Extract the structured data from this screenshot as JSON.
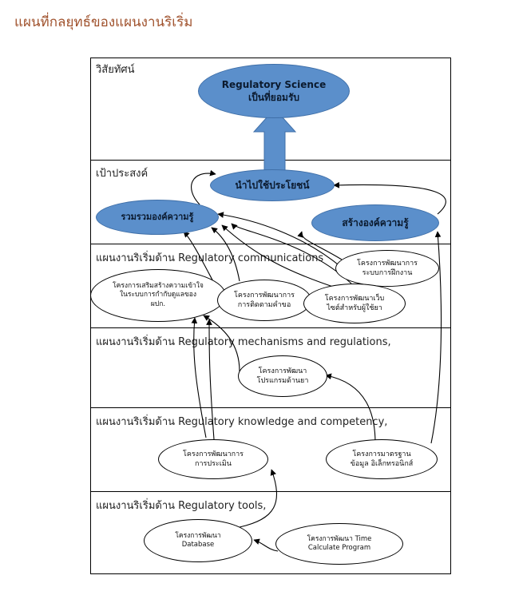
{
  "page_title": "แผนที่กลยุทธ์ของแผนงานริเริ่ม",
  "bands": {
    "vision": "วิสัยทัศน์",
    "goal": "เป้าประสงค์",
    "communications": "แผนงานริเริ่มด้าน Regulatory communications",
    "mechanisms": "แผนงานริเริ่มด้าน Regulatory mechanisms and regulations,",
    "knowledge": "แผนงานริเริ่มด้าน Regulatory knowledge and competency,",
    "tools": "แผนงานริเริ่มด้าน Regulatory tools,"
  },
  "nodes": {
    "vision_goal": "Regulatory Science\nเป็นที่ยอมรับ",
    "apply_benefit": "นำไปใช้ประโยชน์",
    "gather_knowledge": "รวมรวมองค์ความรู้",
    "create_knowledge": "สร้างองค์ความรู้",
    "training_system": "โครงการพัฒนาการ\nระบบการฝึกงาน",
    "promote_understanding": "โครงการเสริมสร้างความเข้าใจ\nในระบบการกำกับดูแลของ\nผปก.",
    "tracking": "โครงการพัฒนาการ\nการติดตามคำขอ",
    "website": "โครงการพัฒนาเว็บ\nไซต์สำหรับผู้ใช้ยา",
    "drug_program": "โครงการพัฒนา\nโปรแกรมด้านยา",
    "evaluation": "โครงการพัฒนาการ\nการประเมิน",
    "e_data_standard": "โครงการมาตรฐาน\nข้อมูล อิเล็กทรอนิกส์",
    "database": "โครงการพัฒนา\nDatabase",
    "time_calc": "โครงการพัฒนา Time\nCalculate Program"
  },
  "colors": {
    "goal_fill": "#5b8fcb",
    "arrow_fill": "#5b8fcb",
    "title": "#a0522d"
  }
}
